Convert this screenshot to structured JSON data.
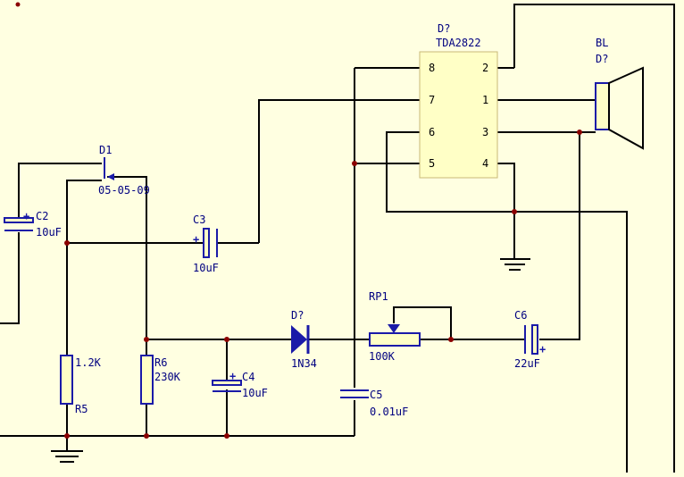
{
  "colors": {
    "background": "#ffffe1",
    "wire": "#000000",
    "component": "#1a1aa8",
    "label": "#000080",
    "junction": "#8b0000",
    "ic_fill": "#ffffc6",
    "ic_border": "#c8b878",
    "resistor_fill": "#ffffc6"
  },
  "ic": {
    "designator": "D?",
    "part": "TDA2822",
    "pins": {
      "p1": "1",
      "p2": "2",
      "p3": "3",
      "p4": "4",
      "p5": "5",
      "p6": "6",
      "p7": "7",
      "p8": "8"
    }
  },
  "speaker": {
    "designator": "BL",
    "value": "D?"
  },
  "d1": {
    "designator": "D1",
    "value": "05-05-09"
  },
  "c2": {
    "designator": "C2",
    "value": "10uF",
    "polarity": "+"
  },
  "c3": {
    "designator": "C3",
    "value": "10uF",
    "polarity": "+"
  },
  "c4": {
    "designator": "C4",
    "value": "10uF",
    "polarity": "+"
  },
  "c5": {
    "designator": "C5",
    "value": "0.01uF"
  },
  "c6": {
    "designator": "C6",
    "value": "22uF",
    "polarity": "+"
  },
  "r5": {
    "designator": "R5",
    "value": "1.2K"
  },
  "r6": {
    "designator": "R6",
    "value": "230K"
  },
  "diode": {
    "designator": "D?",
    "value": "1N34"
  },
  "rp1": {
    "designator": "RP1",
    "value": "100K"
  }
}
